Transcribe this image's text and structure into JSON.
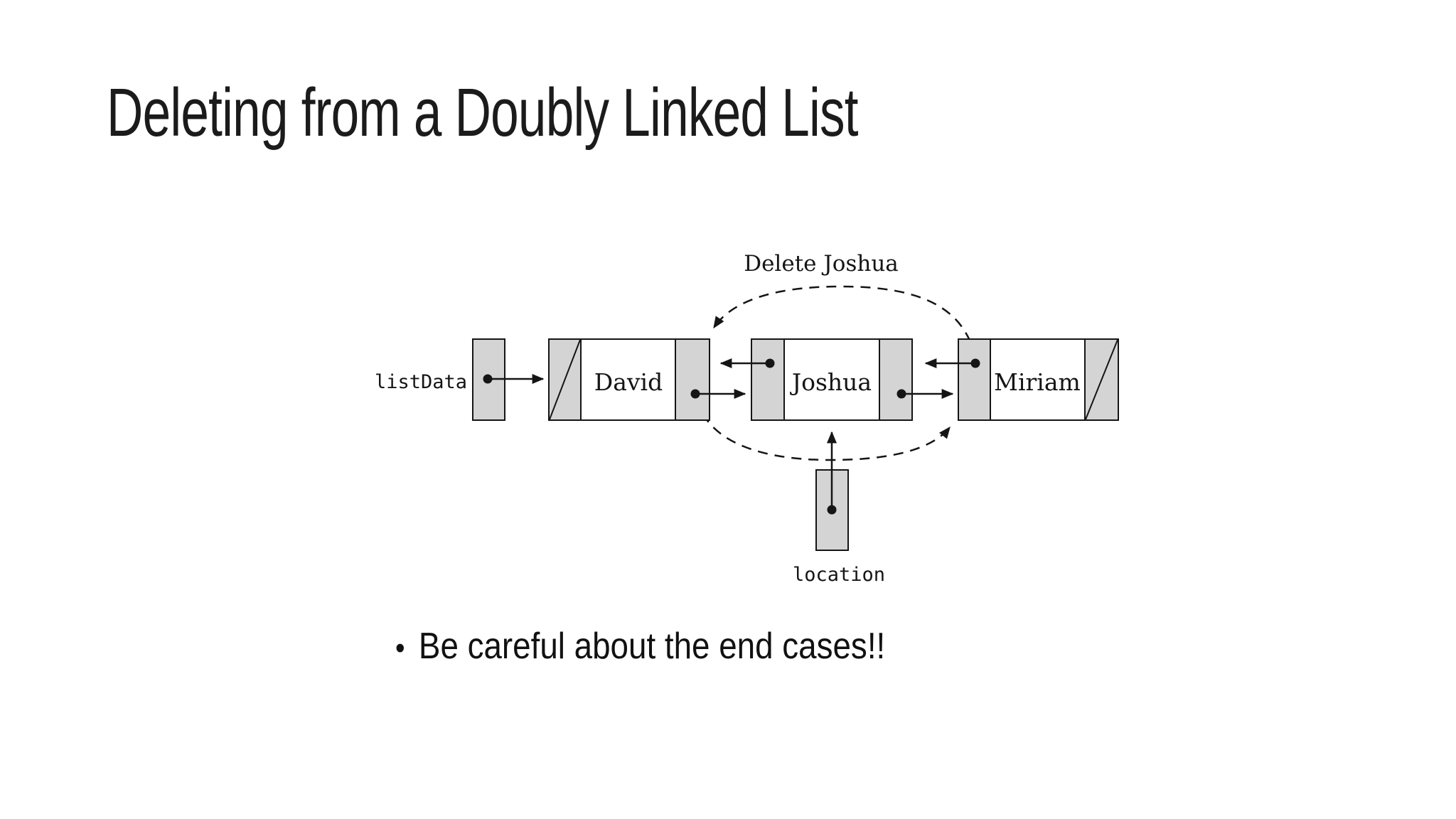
{
  "slide": {
    "title": "Deleting from a Doubly Linked List",
    "bullet_marker": "•",
    "bullet_text": "Be careful about the end cases!!"
  },
  "diagram": {
    "annotation": "Delete Joshua",
    "pointer_labels": {
      "list_data": "listData",
      "location": "location"
    },
    "nodes": [
      {
        "label": "David",
        "prev": "null-slash",
        "next": "Joshua"
      },
      {
        "label": "Joshua",
        "prev": "David",
        "next": "Miriam"
      },
      {
        "label": "Miriam",
        "prev": "Joshua",
        "next": "null-slash"
      }
    ],
    "external_pointers": [
      {
        "label": "listData",
        "points_to": "David"
      },
      {
        "label": "location",
        "points_to": "Joshua"
      }
    ],
    "dashed_links": [
      {
        "from": "Miriam.prev",
        "to": "David"
      },
      {
        "from": "David.next",
        "to": "Miriam"
      }
    ],
    "colors": {
      "cell_fill": "#d4d4d4",
      "line": "#151515",
      "background": "#ffffff",
      "text": "#1b1b1b"
    }
  }
}
